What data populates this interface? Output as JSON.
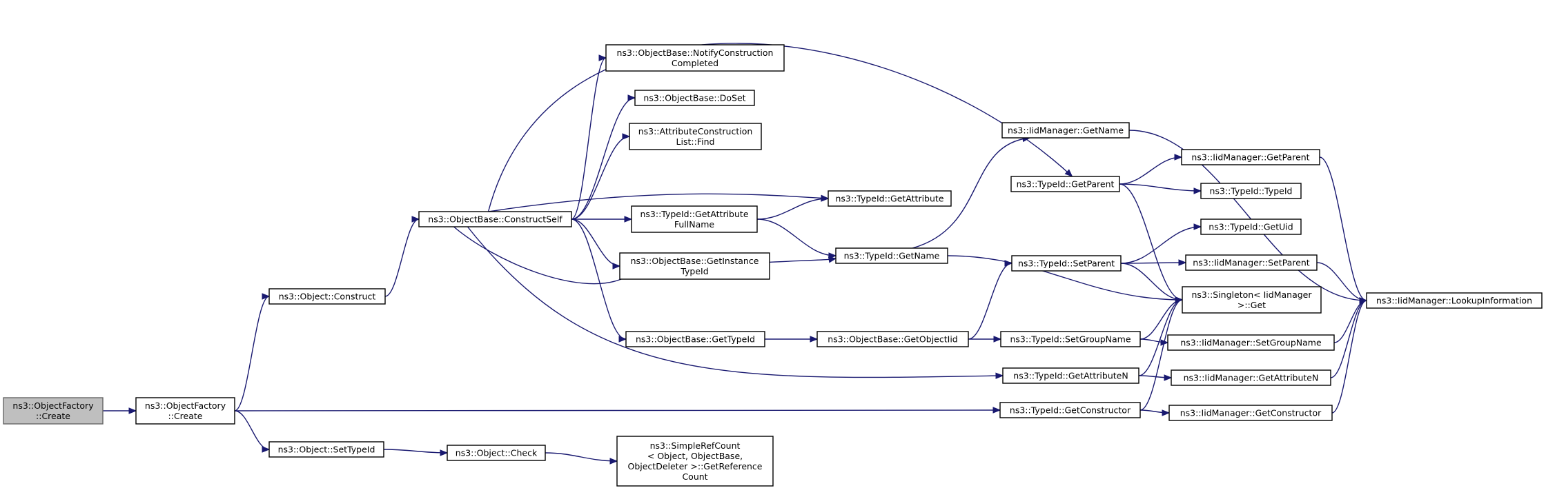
{
  "graph": {
    "colors": {
      "edge": "#191970",
      "root_fill": "#bfbfbf",
      "node_fill": "#ffffff"
    },
    "nodes": [
      {
        "id": "n0",
        "lines": [
          "ns3::ObjectFactory",
          "::Create"
        ]
      },
      {
        "id": "n1",
        "lines": [
          "ns3::ObjectFactory",
          "::Create"
        ]
      },
      {
        "id": "n2",
        "lines": [
          "ns3::Object::Construct"
        ]
      },
      {
        "id": "n3",
        "lines": [
          "ns3::ObjectBase::ConstructSelf"
        ]
      },
      {
        "id": "n4",
        "lines": [
          "ns3::ObjectBase::NotifyConstruction",
          "Completed"
        ]
      },
      {
        "id": "n5",
        "lines": [
          "ns3::ObjectBase::DoSet"
        ]
      },
      {
        "id": "n6",
        "lines": [
          "ns3::AttributeConstruction",
          "List::Find"
        ]
      },
      {
        "id": "n7",
        "lines": [
          "ns3::TypeId::GetAttribute"
        ]
      },
      {
        "id": "n8",
        "lines": [
          "ns3::TypeId::GetAttribute",
          "FullName"
        ]
      },
      {
        "id": "n9",
        "lines": [
          "ns3::TypeId::GetName"
        ]
      },
      {
        "id": "n10",
        "lines": [
          "ns3::IidManager::GetName"
        ]
      },
      {
        "id": "n11",
        "lines": [
          "ns3::IidManager::LookupInformation"
        ]
      },
      {
        "id": "n12",
        "lines": [
          "ns3::Singleton< IidManager",
          ">::Get"
        ]
      },
      {
        "id": "n13",
        "lines": [
          "ns3::ObjectBase::GetInstance",
          "TypeId"
        ]
      },
      {
        "id": "n14",
        "lines": [
          "ns3::TypeId::GetParent"
        ]
      },
      {
        "id": "n15",
        "lines": [
          "ns3::IidManager::GetParent"
        ]
      },
      {
        "id": "n16",
        "lines": [
          "ns3::TypeId::TypeId"
        ]
      },
      {
        "id": "n17",
        "lines": [
          "ns3::ObjectBase::GetTypeId"
        ]
      },
      {
        "id": "n18",
        "lines": [
          "ns3::ObjectBase::GetObjectIid"
        ]
      },
      {
        "id": "n19",
        "lines": [
          "ns3::TypeId::SetGroupName"
        ]
      },
      {
        "id": "n20",
        "lines": [
          "ns3::IidManager::SetGroupName"
        ]
      },
      {
        "id": "n21",
        "lines": [
          "ns3::TypeId::SetParent"
        ]
      },
      {
        "id": "n22",
        "lines": [
          "ns3::TypeId::GetUid"
        ]
      },
      {
        "id": "n23",
        "lines": [
          "ns3::IidManager::SetParent"
        ]
      },
      {
        "id": "n24",
        "lines": [
          "ns3::TypeId::GetAttributeN"
        ]
      },
      {
        "id": "n25",
        "lines": [
          "ns3::IidManager::GetAttributeN"
        ]
      },
      {
        "id": "n26",
        "lines": [
          "ns3::TypeId::GetConstructor"
        ]
      },
      {
        "id": "n27",
        "lines": [
          "ns3::IidManager::GetConstructor"
        ]
      },
      {
        "id": "n28",
        "lines": [
          "ns3::Object::SetTypeId"
        ]
      },
      {
        "id": "n29",
        "lines": [
          "ns3::Object::Check"
        ]
      },
      {
        "id": "n30",
        "lines": [
          "ns3::SimpleRefCount",
          "< Object, ObjectBase,",
          "ObjectDeleter >::GetReference",
          "Count"
        ]
      }
    ],
    "edges": [
      [
        "n0",
        "n1"
      ],
      [
        "n1",
        "n2"
      ],
      [
        "n1",
        "n26"
      ],
      [
        "n1",
        "n28"
      ],
      [
        "n2",
        "n3"
      ],
      [
        "n3",
        "n4"
      ],
      [
        "n3",
        "n5"
      ],
      [
        "n3",
        "n6"
      ],
      [
        "n3",
        "n7"
      ],
      [
        "n3",
        "n8"
      ],
      [
        "n3",
        "n9"
      ],
      [
        "n3",
        "n13"
      ],
      [
        "n3",
        "n14"
      ],
      [
        "n3",
        "n17"
      ],
      [
        "n3",
        "n24"
      ],
      [
        "n8",
        "n7"
      ],
      [
        "n8",
        "n9"
      ],
      [
        "n9",
        "n10"
      ],
      [
        "n9",
        "n12"
      ],
      [
        "n10",
        "n11"
      ],
      [
        "n14",
        "n15"
      ],
      [
        "n14",
        "n16"
      ],
      [
        "n14",
        "n12"
      ],
      [
        "n15",
        "n11"
      ],
      [
        "n17",
        "n18"
      ],
      [
        "n18",
        "n19"
      ],
      [
        "n18",
        "n21"
      ],
      [
        "n19",
        "n20"
      ],
      [
        "n19",
        "n12"
      ],
      [
        "n20",
        "n11"
      ],
      [
        "n21",
        "n22"
      ],
      [
        "n21",
        "n23"
      ],
      [
        "n21",
        "n12"
      ],
      [
        "n23",
        "n11"
      ],
      [
        "n24",
        "n25"
      ],
      [
        "n24",
        "n12"
      ],
      [
        "n25",
        "n11"
      ],
      [
        "n26",
        "n27"
      ],
      [
        "n26",
        "n12"
      ],
      [
        "n27",
        "n11"
      ],
      [
        "n28",
        "n29"
      ],
      [
        "n29",
        "n30"
      ]
    ]
  }
}
